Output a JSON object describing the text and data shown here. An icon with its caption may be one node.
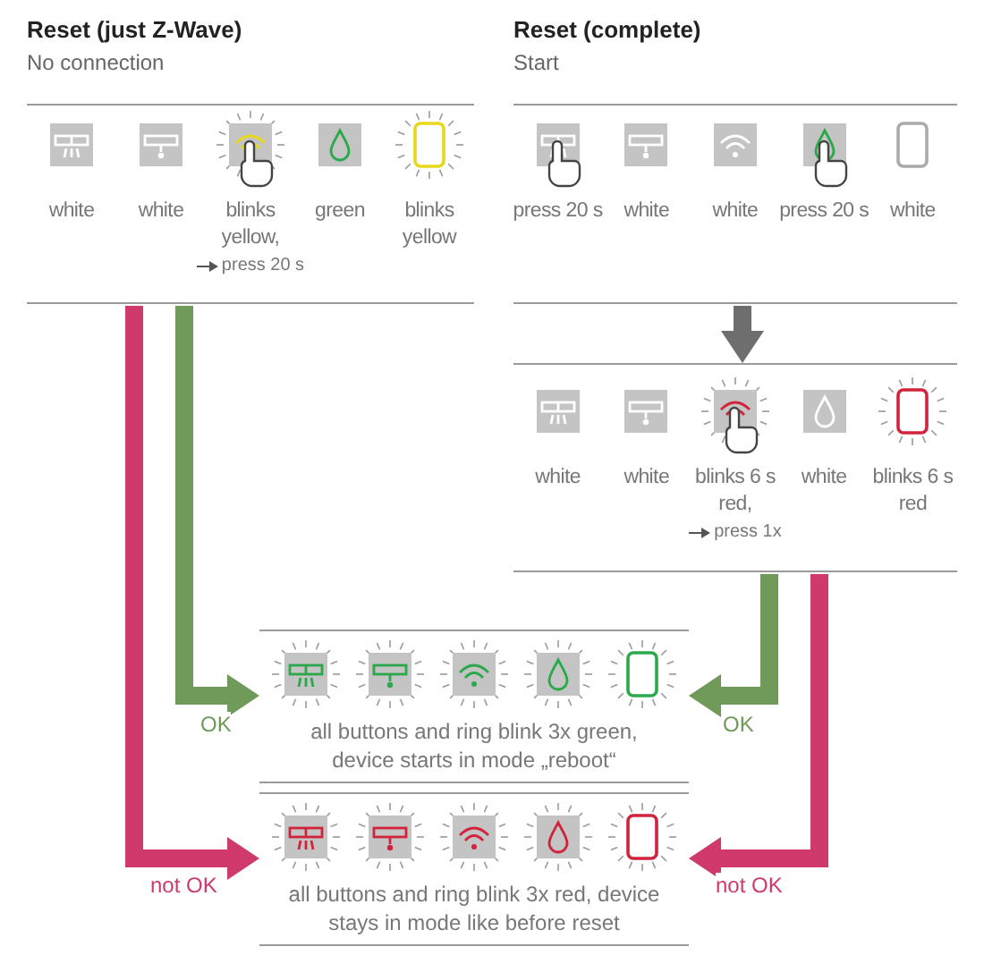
{
  "diagram": {
    "nodes": [
      {
        "text": [
          "Reset (just Z-Wave)",
          "No connection"
        ]
      },
      {
        "text": [
          "white"
        ],
        "in": 0
      },
      {
        "text": [
          "white"
        ],
        "in": 0
      },
      {
        "text": [
          "blinks yellow,",
          "press 20 s"
        ],
        "in": 0
      },
      {
        "text": [
          "green"
        ],
        "in": 0
      },
      {
        "text": [
          "blinks yellow"
        ],
        "in": 0
      },
      {
        "text": [
          "Reset (complete)",
          "Start"
        ]
      },
      {
        "text": [
          "press 20 s"
        ],
        "in": 6
      },
      {
        "text": [
          "white"
        ],
        "in": 6
      },
      {
        "text": [
          "white"
        ],
        "in": 6
      },
      {
        "text": [
          "press 20 s"
        ],
        "in": 6
      },
      {
        "text": [
          "white"
        ],
        "in": 6
      },
      {
        "text": [],
        "shape": "box"
      },
      {
        "text": [
          "white"
        ],
        "in": 12
      },
      {
        "text": [
          "white"
        ],
        "in": 12
      },
      {
        "text": [
          "blinks 6 s red,",
          "press 1x"
        ],
        "in": 12
      },
      {
        "text": [
          "white"
        ],
        "in": 12
      },
      {
        "text": [
          "blinks 6 s red"
        ],
        "in": 12
      },
      {
        "text": [
          "all buttons and ring blink 3x green, device starts in mode „reboot“"
        ]
      },
      {
        "text": [
          "all buttons and ring blink 3x red, device stays in mode like before reset"
        ]
      }
    ],
    "edges": [
      {
        "from": 6,
        "to": 12,
        "arrow": "to",
        "color": "#6e6e6e"
      },
      {
        "from": 0,
        "to": 18,
        "arrow": "to",
        "label": "OK",
        "color": "#6f9a5a"
      },
      {
        "from": 0,
        "to": 19,
        "arrow": "to",
        "label": "not OK",
        "color": "#d0396b"
      },
      {
        "from": 12,
        "to": 18,
        "arrow": "to",
        "label": "OK",
        "color": "#6f9a5a"
      },
      {
        "from": 12,
        "to": 19,
        "arrow": "to",
        "label": "not OK",
        "color": "#d0396b"
      }
    ]
  }
}
